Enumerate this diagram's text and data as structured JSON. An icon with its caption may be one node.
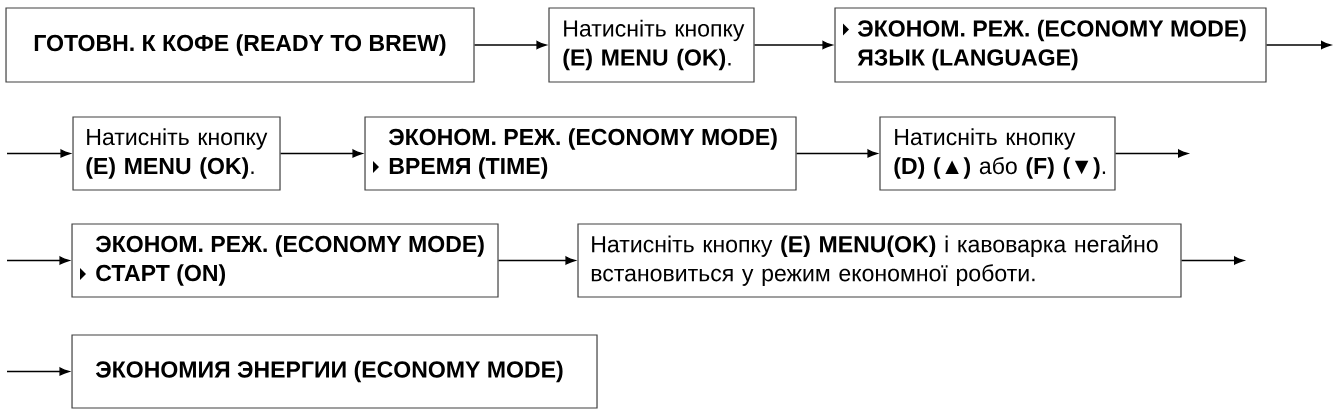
{
  "diagram": {
    "nodes": [
      {
        "text": [
          "ГОТОВН. К КОФЕ (READY TO BREW)"
        ]
      },
      {
        "text": [
          "Натисніть кнопку **(E) MENU (OK)**."
        ]
      },
      {
        "text": [
          "ЭКОНОМ. РЕЖ. (ECONOMY MODE)",
          "ЯЗЫК (LANGUAGE)"
        ]
      },
      {
        "text": [
          "Натисніть кнопку **(E) MENU (OK)**."
        ]
      },
      {
        "text": [
          "ЭКОНОМ. РЕЖ. (ECONOMY MODE)",
          "ВРЕМЯ (TIME)"
        ]
      },
      {
        "text": [
          "Натисніть кнопку **(D) (▲)** або **(F) (▼)**."
        ]
      },
      {
        "text": [
          "ЭКОНОМ. РЕЖ. (ECONOMY MODE)",
          "СТАРТ (ON)"
        ]
      },
      {
        "text": [
          "Натисніть кнопку **(E) MENU(OK)** і кавоварка негайно встановиться у режим економної роботи."
        ]
      },
      {
        "text": [
          "ЭКОНОМИЯ ЭНЕРГИИ (ECONOMY MODE)"
        ]
      }
    ],
    "edges": [
      {
        "from": 0,
        "to": 1,
        "arrow": "to"
      },
      {
        "from": 1,
        "to": 2,
        "arrow": "to"
      },
      {
        "from": 2,
        "to": null,
        "arrow": "to"
      },
      {
        "from": null,
        "to": 3,
        "arrow": "to"
      },
      {
        "from": 3,
        "to": 4,
        "arrow": "to"
      },
      {
        "from": 4,
        "to": 5,
        "arrow": "to"
      },
      {
        "from": 5,
        "to": null,
        "arrow": "to"
      },
      {
        "from": null,
        "to": 6,
        "arrow": "to"
      },
      {
        "from": 6,
        "to": 7,
        "arrow": "to"
      },
      {
        "from": 7,
        "to": null,
        "arrow": "to"
      },
      {
        "from": null,
        "to": 8,
        "arrow": "to"
      }
    ]
  }
}
